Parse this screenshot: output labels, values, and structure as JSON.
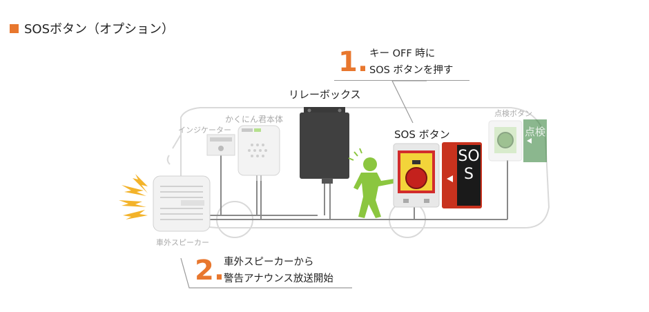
{
  "title": "SOSボタン（オプション）",
  "step1": {
    "number": "1.",
    "lines": [
      "キー OFF 時に",
      "SOS ボタンを押す"
    ]
  },
  "step2": {
    "number": "2.",
    "lines": [
      "車外スピーカーから",
      "警告アナウンス放送開始"
    ]
  },
  "labels": {
    "relay_box": "リレーボックス",
    "sos_button": "SOS ボタン",
    "inspection_button": "点検ボタン",
    "main_unit": "かくにん君本体",
    "indicator": "インジケーター",
    "speaker": "車外スピーカー"
  },
  "panels": {
    "sos_panel_text": "SOS",
    "inspection_panel_text": "点検"
  },
  "colors": {
    "accent": "#e8772e",
    "sos_panel_bg": "#1a1a1a",
    "sos_panel_border": "#c8321e",
    "inspection_panel_bg": "#2e7d32",
    "figure_green": "#8bc63f",
    "lightning": "#f3b32a"
  }
}
